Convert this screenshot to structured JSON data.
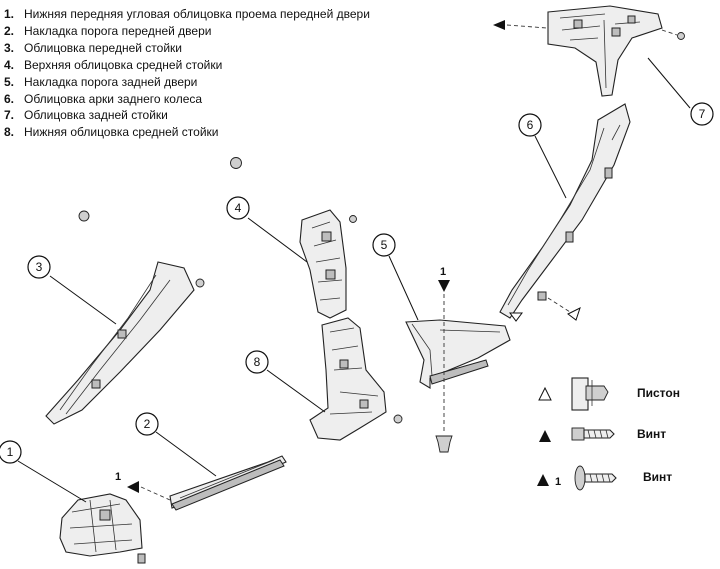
{
  "legend": {
    "items": [
      {
        "num": "1.",
        "label": "Нижняя передняя угловая облицовка проема передней двери"
      },
      {
        "num": "2.",
        "label": "Накладка порога передней двери"
      },
      {
        "num": "3.",
        "label": "Облицовка передней стойки"
      },
      {
        "num": "4.",
        "label": "Верхняя облицовка средней стойки"
      },
      {
        "num": "5.",
        "label": "Накладка порога задней двери"
      },
      {
        "num": "6.",
        "label": "Облицовка арки заднего колеса"
      },
      {
        "num": "7.",
        "label": "Облицовка задней стойки"
      },
      {
        "num": "8.",
        "label": "Нижняя облицовка средней стойки"
      }
    ]
  },
  "callouts": {
    "c1": "1",
    "c2": "2",
    "c3": "3",
    "c4": "4",
    "c5": "5",
    "c6": "6",
    "c7": "7",
    "c8": "8"
  },
  "marks": {
    "screw1_a": "1",
    "screw1_b": "1"
  },
  "fastener_key": {
    "piston_label": "Пистон",
    "screw_label": "Винт",
    "screw1_label": "Винт",
    "screw1_suffix": "1"
  }
}
